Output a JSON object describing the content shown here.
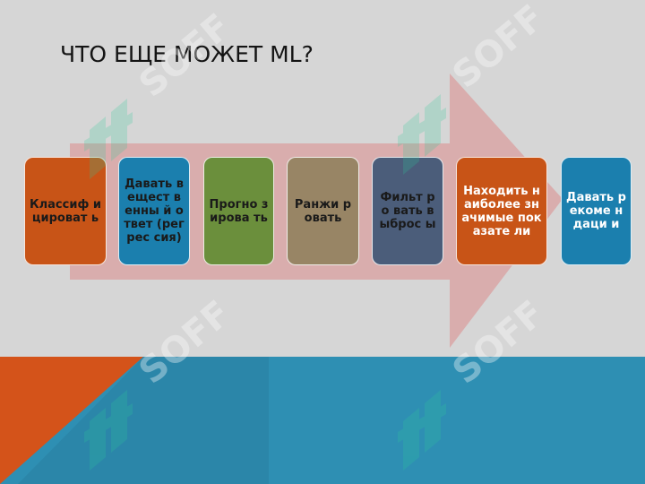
{
  "slide": {
    "title": "ЧТО ЕЩЕ МОЖЕТ ML?",
    "watermark_text": "SOFF",
    "colors": {
      "background": "#d6d6d6",
      "arrow": "#d9a9a9",
      "bottom_band": "#2e8fb3",
      "bottom_wedge": "#d4531a"
    }
  },
  "steps": [
    {
      "label": "Классиф и цироват ь",
      "color": "#c85417",
      "text_color": "#1a1a1a"
    },
    {
      "label": "Давать вещест венны й ответ (регрес сия)",
      "color": "#1b7fae",
      "text_color": "#1a1a1a"
    },
    {
      "label": "Прогно зирова ть",
      "color": "#6b8f3c",
      "text_color": "#1a1a1a"
    },
    {
      "label": "Ранжи ровать",
      "color": "#988565",
      "text_color": "#1a1a1a"
    },
    {
      "label": "Фильт ро вать выброс ы",
      "color": "#4b5d7a",
      "text_color": "#1a1a1a"
    },
    {
      "label": "Находить наиболее значимые показате ли",
      "color": "#c85417",
      "text_color": "#ffffff"
    },
    {
      "label": "Давать рекоме ндаци и",
      "color": "#1b7fae",
      "text_color": "#ffffff"
    }
  ]
}
